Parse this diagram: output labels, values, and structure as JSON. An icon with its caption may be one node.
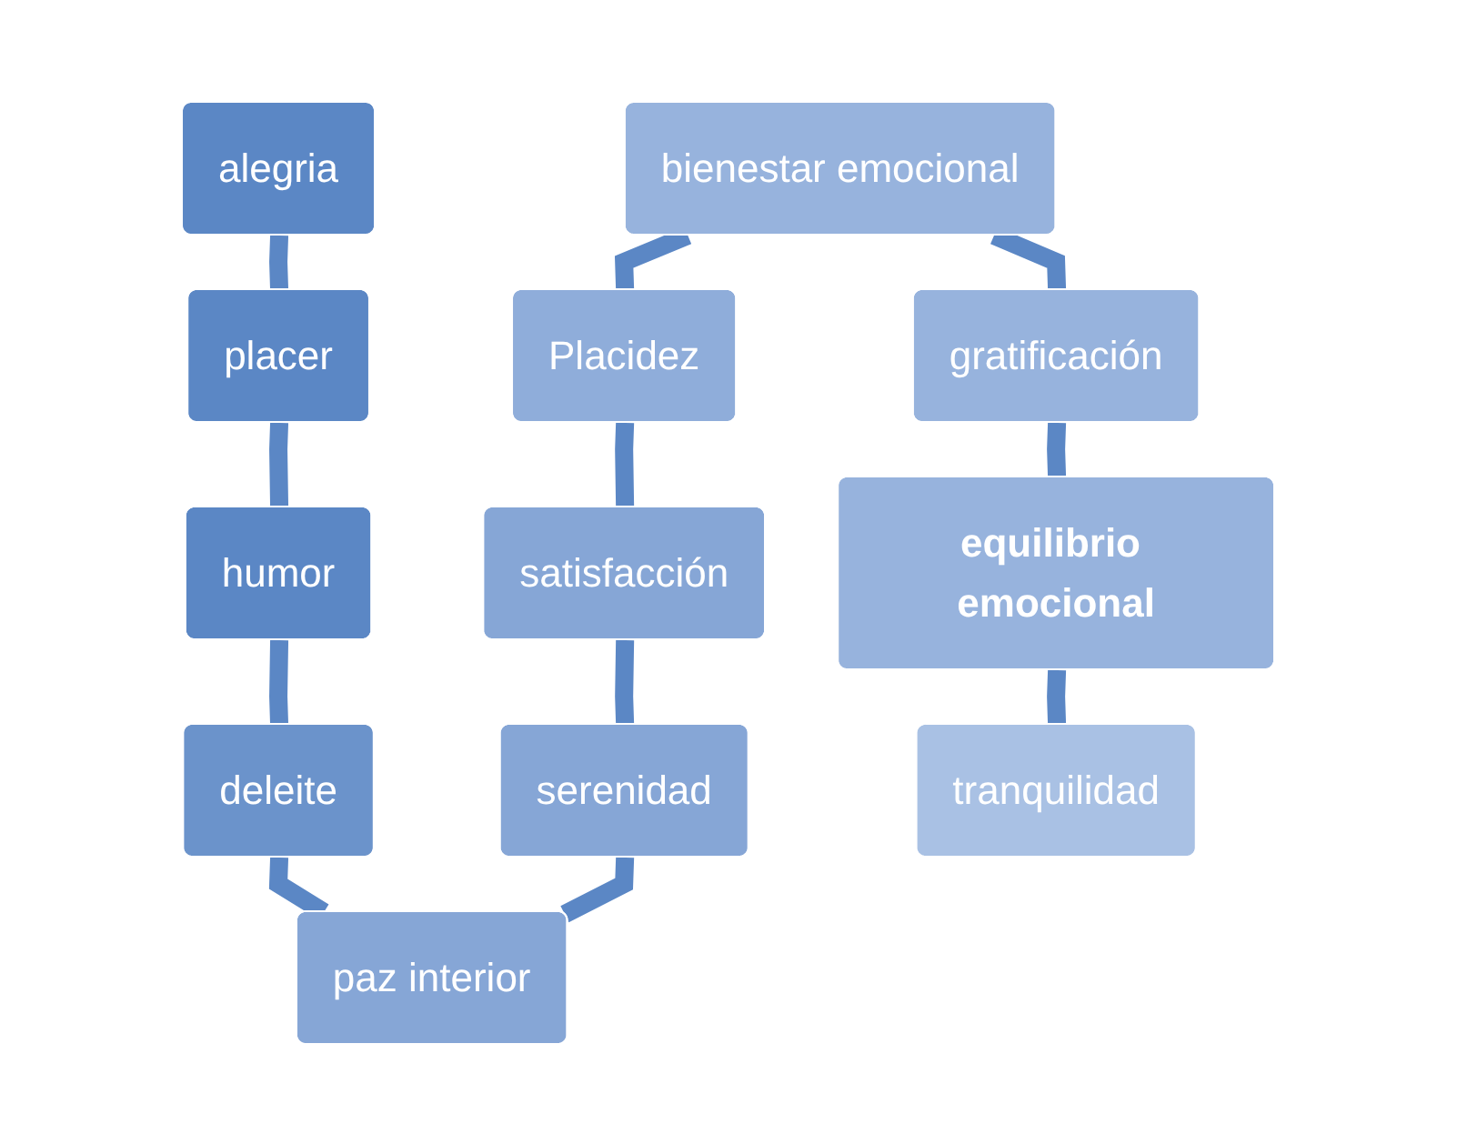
{
  "diagram": {
    "nodes": [
      {
        "text": [
          "alegria"
        ]
      },
      {
        "text": [
          "placer"
        ]
      },
      {
        "text": [
          "humor"
        ]
      },
      {
        "text": [
          "deleite"
        ]
      },
      {
        "text": [
          "paz interior"
        ]
      },
      {
        "text": [
          "serenidad"
        ]
      },
      {
        "text": [
          "satisfacción"
        ]
      },
      {
        "text": [
          "Placidez"
        ]
      },
      {
        "text": [
          "bienestar emocional"
        ]
      },
      {
        "text": [
          "gratificación"
        ]
      },
      {
        "text": [
          "equilibrio emocional"
        ]
      },
      {
        "text": [
          "tranquilidad"
        ]
      }
    ],
    "edges": [
      {
        "from": 0,
        "to": 1,
        "arrow": "none"
      },
      {
        "from": 1,
        "to": 2,
        "arrow": "none"
      },
      {
        "from": 2,
        "to": 3,
        "arrow": "none"
      },
      {
        "from": 3,
        "to": 4,
        "arrow": "none"
      },
      {
        "from": 4,
        "to": 5,
        "arrow": "none"
      },
      {
        "from": 5,
        "to": 6,
        "arrow": "none"
      },
      {
        "from": 6,
        "to": 7,
        "arrow": "none"
      },
      {
        "from": 7,
        "to": 8,
        "arrow": "none"
      },
      {
        "from": 8,
        "to": 9,
        "arrow": "none"
      },
      {
        "from": 9,
        "to": 10,
        "arrow": "none"
      },
      {
        "from": 10,
        "to": 11,
        "arrow": "none"
      }
    ]
  }
}
